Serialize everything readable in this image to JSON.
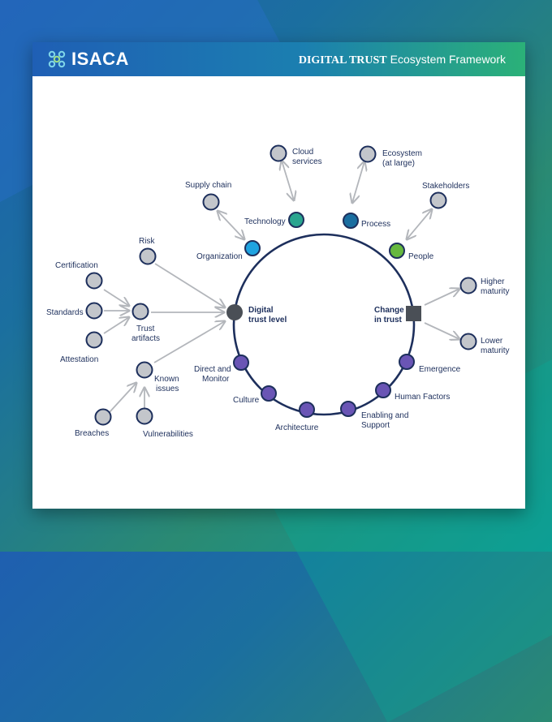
{
  "header": {
    "logo_text": "ISACA",
    "title_bold": "DIGITAL TRUST",
    "title_rest": "Ecosystem Framework"
  },
  "colors": {
    "navy": "#1d2f5c",
    "gray_node": "#c3c6cb",
    "arrow": "#b3b6bb",
    "technology": "#2aa58f",
    "process": "#1a6ea0",
    "organization": "#1fa3e0",
    "people": "#66b83f",
    "factor": "#6a55b5",
    "center_node": "#4a4f56"
  },
  "nodes": {
    "cloud_services": [
      "Cloud",
      "services"
    ],
    "ecosystem": [
      "Ecosystem",
      "(at large)"
    ],
    "supply_chain": "Supply chain",
    "stakeholders": "Stakeholders",
    "technology": "Technology",
    "process": "Process",
    "risk": "Risk",
    "organization": "Organization",
    "people": "People",
    "certification": "Certification",
    "standards": "Standards",
    "attestation": "Attestation",
    "trust_artifacts": [
      "Trust",
      "artifacts"
    ],
    "digital_trust_level": [
      "Digital",
      "trust level"
    ],
    "change_in_trust": [
      "Change",
      "in trust"
    ],
    "higher_maturity": [
      "Higher",
      "maturity"
    ],
    "lower_maturity": [
      "Lower",
      "maturity"
    ],
    "direct_and_monitor": [
      "Direct and",
      "Monitor"
    ],
    "emergence": "Emergence",
    "known_issues": [
      "Known",
      "issues"
    ],
    "culture": "Culture",
    "human_factors": "Human Factors",
    "enabling_and_support": [
      "Enabling and",
      "Support"
    ],
    "architecture": "Architecture",
    "breaches": "Breaches",
    "vulnerabilities": "Vulnerabilities"
  }
}
